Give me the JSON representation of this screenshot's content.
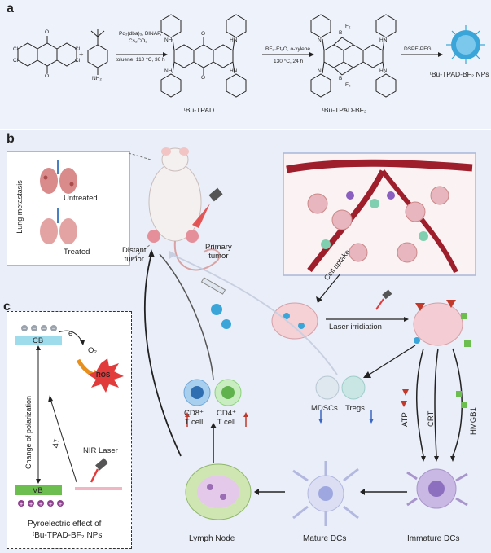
{
  "panel_a": {
    "letter": "a",
    "step1_line1": "Pd₂(dba)₃, BINAP,",
    "step1_line2": "Cs₂CO₃",
    "step1_line3": "toluene, 110 °C, 36 h",
    "product1": "ᵗBu-TPAD",
    "step2_line1": "BF₃·Et₂O, o-xylene",
    "step2_line2": "130 °C, 24 h",
    "product2": "ᵗBu-TPAD-BF₂",
    "step3": "DSPE-PEG",
    "product3": "ᵗBu-TPAD-BF₂ NPs",
    "plus": "+",
    "atom_cl": "Cl",
    "atom_o": "O",
    "atom_nh2": "NH₂",
    "atom_hn": "HN",
    "atom_nh": "NH",
    "atom_n": "N",
    "atom_b": "B",
    "atom_f2": "F₂"
  },
  "panel_b": {
    "letter": "b",
    "lung_title": "Lung metastasis",
    "untreated": "Untreated",
    "treated": "Treated",
    "distant_tumor": "Distant\ntumor",
    "primary_tumor": "Primary\ntumor",
    "cell_uptake": "Cell uptake",
    "laser_irradiation": "Laser irridiation",
    "mdscs": "MDSCs",
    "tregs": "Tregs",
    "cd8": "CD8⁺\nT cell",
    "cd4": "CD4⁺\nT cell",
    "atp": "ATP",
    "crt": "CRT",
    "hmgb1": "HMGB1",
    "lymph_node": "Lymph Node",
    "mature_dcs": "Mature DCs",
    "immature_dcs": "Immature DCs"
  },
  "panel_c": {
    "letter": "c",
    "cb": "CB",
    "vb": "VB",
    "e": "e",
    "o2": "O₂",
    "ros": "ROS",
    "delta_t": "ΔT",
    "nir_laser": "NIR Laser",
    "change_polarization": "Change of polarization",
    "caption_line1": "Pyroelectric effect of",
    "caption_line2": "ᵗBu-TPAD-BF₂ NPs"
  },
  "colors": {
    "accent_red": "#c0392b",
    "vb_green": "#6cbf4f",
    "cb_cyan": "#9fdceb",
    "nanoparticle_blue": "#3aa5d8",
    "ros_orange": "#e8901e"
  }
}
